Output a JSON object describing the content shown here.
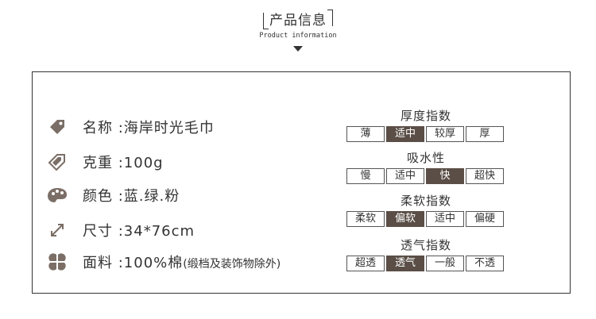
{
  "header": {
    "title": "产品信息",
    "subtitle": "Product information"
  },
  "specs": [
    {
      "icon": "price-tag-icon",
      "label": "名称",
      "value": "海岸时光毛巾",
      "note": ""
    },
    {
      "icon": "weight-tag-icon",
      "label": "克重",
      "value": "100g",
      "note": ""
    },
    {
      "icon": "palette-icon",
      "label": "颜色",
      "value": "蓝.绿.粉",
      "note": ""
    },
    {
      "icon": "resize-arrow-icon",
      "label": "尺寸",
      "value": "34*76cm",
      "note": ""
    },
    {
      "icon": "clover-icon",
      "label": "面料",
      "value": "100%棉",
      "note": "(缎档及装饰物除外)"
    }
  ],
  "ratings": [
    {
      "title": "厚度指数",
      "options": [
        "薄",
        "适中",
        "较厚",
        "厚"
      ],
      "selected": "适中"
    },
    {
      "title": "吸水性",
      "options": [
        "慢",
        "适中",
        "快",
        "超快"
      ],
      "selected": "快"
    },
    {
      "title": "柔软指数",
      "options": [
        "柔软",
        "偏软",
        "适中",
        "偏硬"
      ],
      "selected": "偏软"
    },
    {
      "title": "透气指数",
      "options": [
        "超透",
        "透气",
        "一般",
        "不透"
      ],
      "selected": "透气"
    }
  ],
  "colors": {
    "accent": "#5a4e46",
    "icon": "#7a6e66",
    "text": "#333333"
  }
}
